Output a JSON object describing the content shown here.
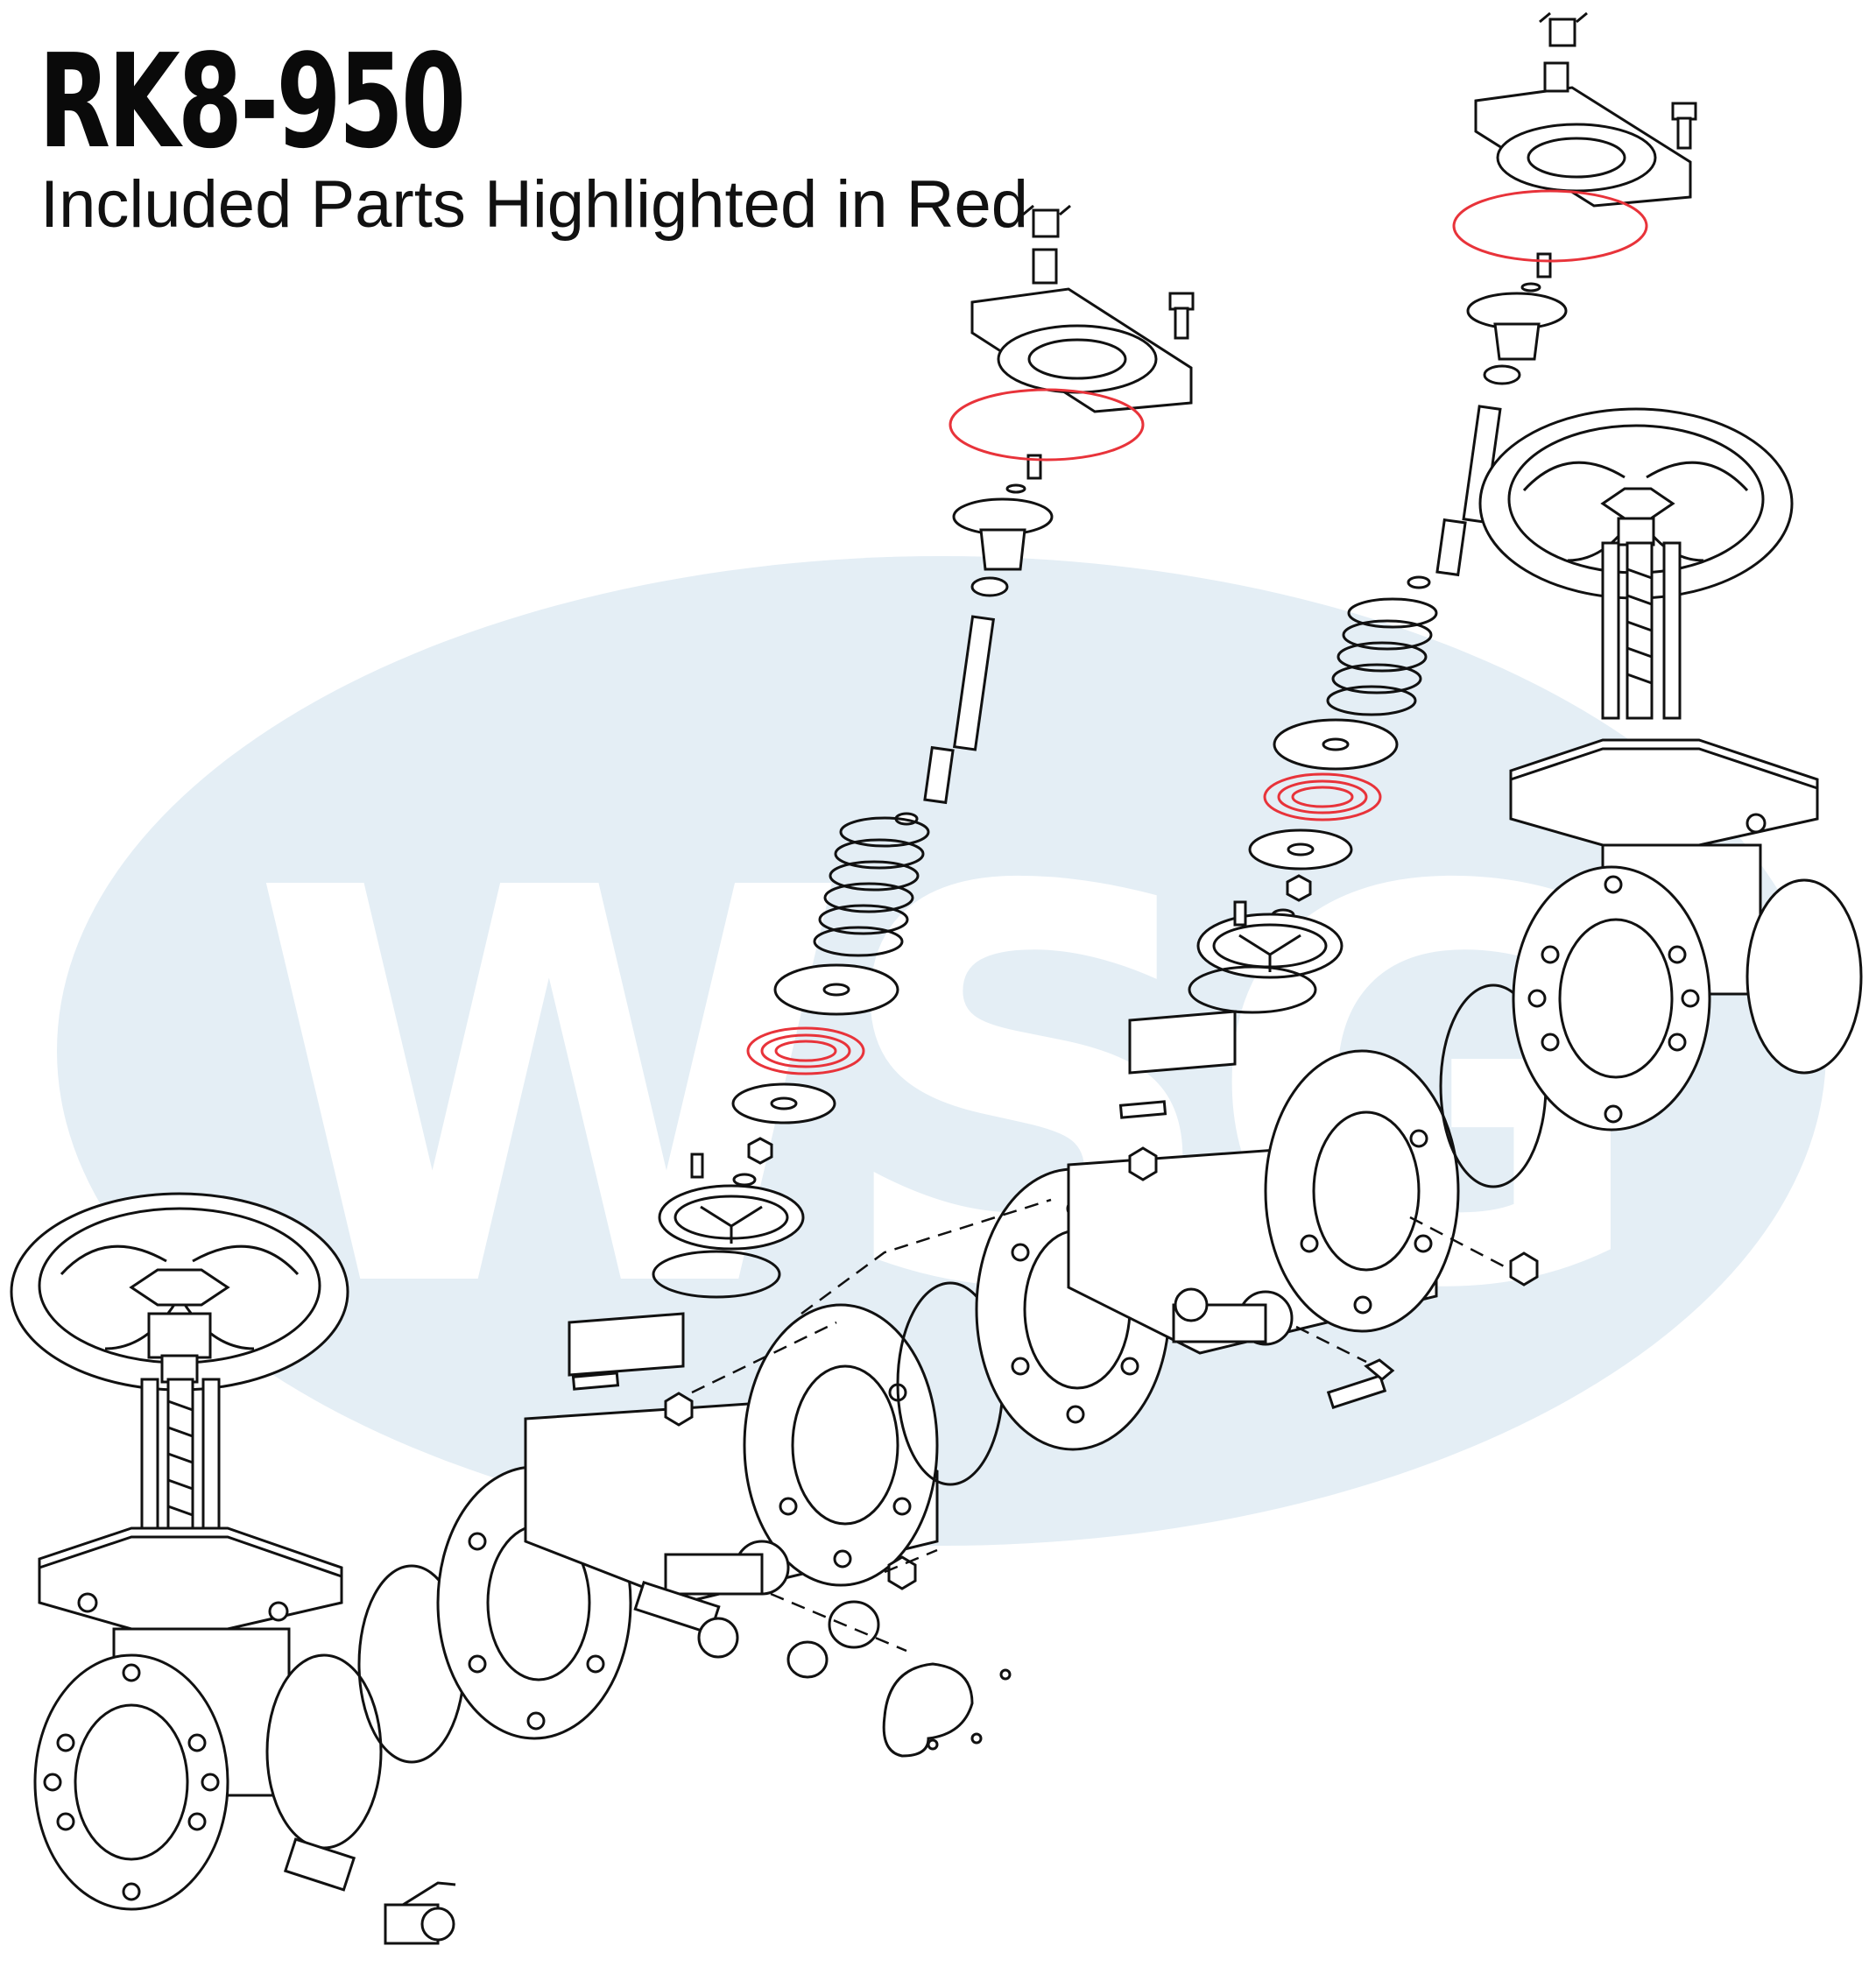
{
  "header": {
    "title": "RK8-950",
    "subtitle": "Included Parts Highlighted in Red"
  },
  "watermark": {
    "text": "WSG",
    "color": "#e4eef5"
  },
  "colors": {
    "line": "#111111",
    "highlight": "#e8333a",
    "background": "#ffffff"
  }
}
